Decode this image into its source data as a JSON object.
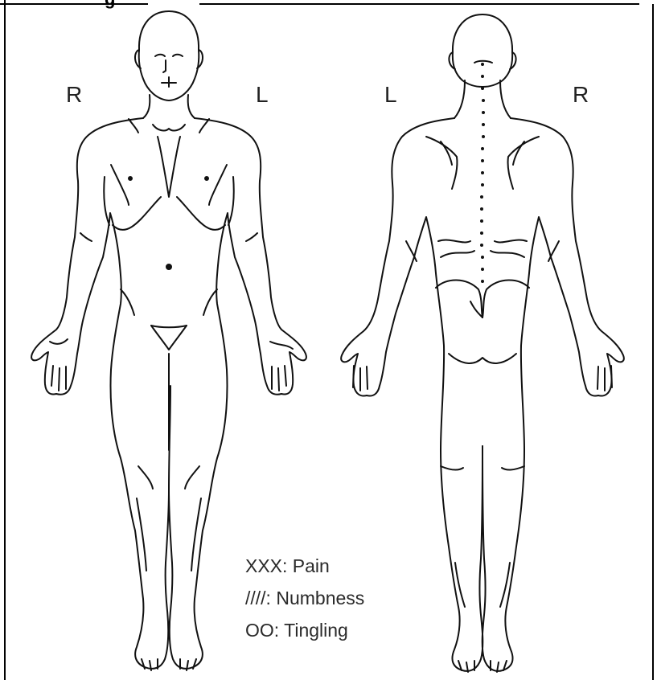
{
  "header": {
    "title_fragment": "g"
  },
  "front_figure": {
    "label_left": "R",
    "label_right": "L"
  },
  "back_figure": {
    "label_left": "L",
    "label_right": "R"
  },
  "legend": {
    "pain": "XXX: Pain",
    "numbness": "////: Numbness",
    "tingling": "OO: Tingling"
  }
}
